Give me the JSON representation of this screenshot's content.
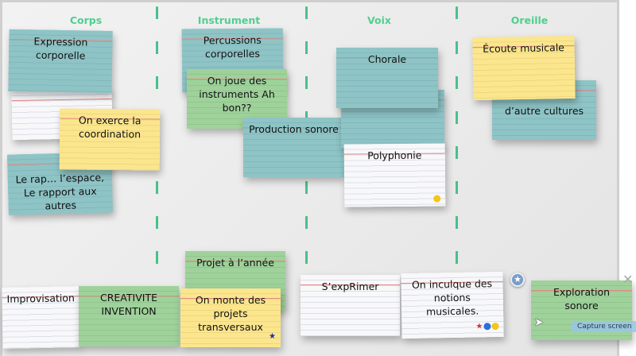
{
  "columns": [
    "Corps",
    "Instrument",
    "Voix",
    "Oreille"
  ],
  "cards": [
    {
      "text": "",
      "color": "white"
    },
    {
      "text": "Expression corporelle",
      "color": "teal"
    },
    {
      "text": "Le rap… l’espace, Le rapport aux autres",
      "color": "teal"
    },
    {
      "text": "On exerce la coordination",
      "color": "yellow"
    },
    {
      "text": "Percussions corporelles",
      "color": "teal"
    },
    {
      "text": "On joue des instruments Ah bon??",
      "color": "green"
    },
    {
      "text": "Production sonore",
      "color": "teal"
    },
    {
      "text": "",
      "color": "teal"
    },
    {
      "text": "Chorale",
      "color": "teal"
    },
    {
      "text": "Polyphonie",
      "color": "white",
      "marks": [
        "yellow-dot"
      ]
    },
    {
      "text": "d’autre cultures",
      "color": "teal"
    },
    {
      "text": "Écoute musicale",
      "color": "yellow"
    },
    {
      "text": "Improvisation",
      "color": "white"
    },
    {
      "text": "CREATIVITE INVENTION",
      "color": "green"
    },
    {
      "text": "Projet à l’année",
      "color": "green"
    },
    {
      "text": "On monte des projets transversaux",
      "color": "yellow",
      "marks": [
        "blue-star"
      ]
    },
    {
      "text": "S’expRimer",
      "color": "white"
    },
    {
      "text": "On inculque des notions musicales.",
      "color": "white",
      "marks": [
        "red-star",
        "blue-dot",
        "yellow-dot"
      ]
    },
    {
      "text": "Exploration sonore",
      "color": "green"
    }
  ],
  "tooltip": "Capture screen",
  "mark_colors": {
    "yellow": "#f5c518",
    "blue": "#2a6fe0",
    "red": "#d03a2a",
    "navy": "#1a2fa0"
  }
}
